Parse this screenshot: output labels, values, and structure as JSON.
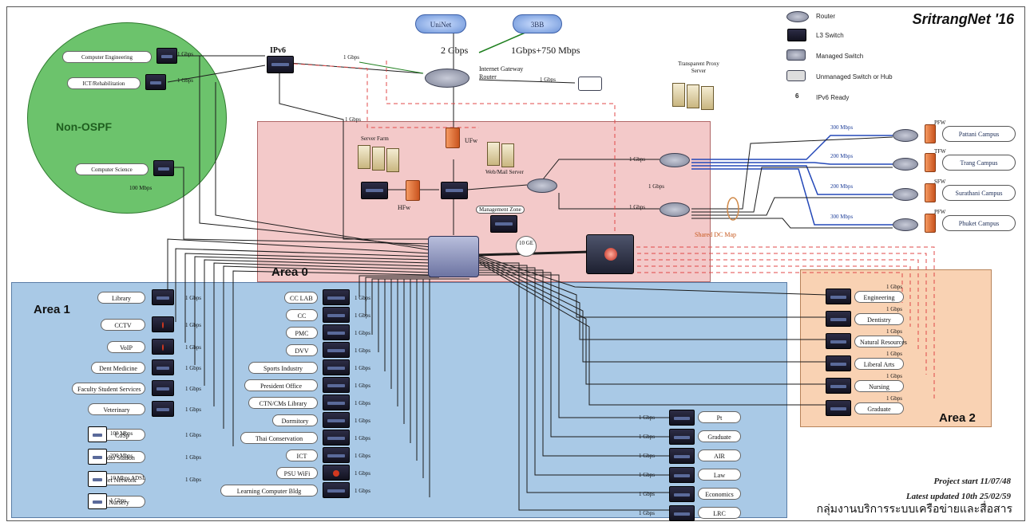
{
  "title": "SritrangNet '16",
  "legend": [
    "Router",
    "L3 Switch",
    "Managed Switch",
    "Unmanaged Switch or Hub",
    "IPv6 Ready"
  ],
  "zones": {
    "non_ospf": "Non-OSPF",
    "area0": "Area 0",
    "area1": "Area 1",
    "area2": "Area 2"
  },
  "clouds": [
    "UniNet",
    "3BB"
  ],
  "wan_links": {
    "uninet": "2 Gbps",
    "isp": "1Gbps+750 Mbps"
  },
  "core": {
    "ipv6": "IPv6",
    "gateway": "Internet Gateway Router",
    "proxy": "Transparent Proxy Server",
    "ufw": "UFw",
    "hfw": "HFw",
    "cluster_left": "Server Farm",
    "cluster_right": "Web/Mail Server",
    "core_link": "10 GE",
    "redundant": "Shared DC Map",
    "mgmt": "Management Zone"
  },
  "non_ospf": [
    "Computer Engineering",
    "ICT/Rehabilitation",
    "Computer Science"
  ],
  "area1_left": [
    "Library",
    "CCTV",
    "VoIP",
    "Dent Medicine",
    "Faculty Student Services",
    "Veterinary",
    "CoSp",
    "Radio Station",
    "Net Network",
    "Nursery"
  ],
  "area1_mid": [
    "CC LAB",
    "CC",
    "PMC",
    "DVV",
    "Sports Industry",
    "President Office",
    "CTN/CMs Library",
    "Dormitory",
    "Thai Conservation",
    "ICT",
    "PSU WiFi",
    "Learning Computer Bldg"
  ],
  "area1_right": [
    "Pt",
    "Graduate",
    "AIR",
    "Law",
    "Economics",
    "LRC"
  ],
  "area2": [
    "Engineering",
    "Dentistry",
    "Natural Resources",
    "Liberal Arts",
    "Nursing",
    "Graduate"
  ],
  "campuses": [
    "Pattani Campus",
    "Trang Campus",
    "Surathani Campus",
    "Phuket Campus"
  ],
  "campus_speed": [
    "300 Mbps",
    "200 Mbps",
    "200 Mbps",
    "300 Mbps"
  ],
  "campus_tag": [
    "PFW",
    "TFW",
    "SFW",
    "PFW"
  ],
  "speeds": {
    "gbps": "1 Gbps",
    "m100": "100 Mbps",
    "m200": "200 Mbps",
    "m10": "10 Mbps ADSL"
  },
  "footer": {
    "start": "Project start 11/07/48",
    "updated": "Latest updated 10th 25/02/59",
    "thai": "กลุ่มงานบริการระบบเครือข่ายและสื่อสาร"
  },
  "colors": {
    "non_ospf_fill": "#6cc36c",
    "area0_fill": "#f3c9c9",
    "area1_fill": "#a9c9e6",
    "area2_fill": "#f9d2b3",
    "link_black": "#1b1b1b",
    "link_blue": "#2448b8",
    "link_red": "#e04848",
    "link_green": "#1e7f1e"
  }
}
